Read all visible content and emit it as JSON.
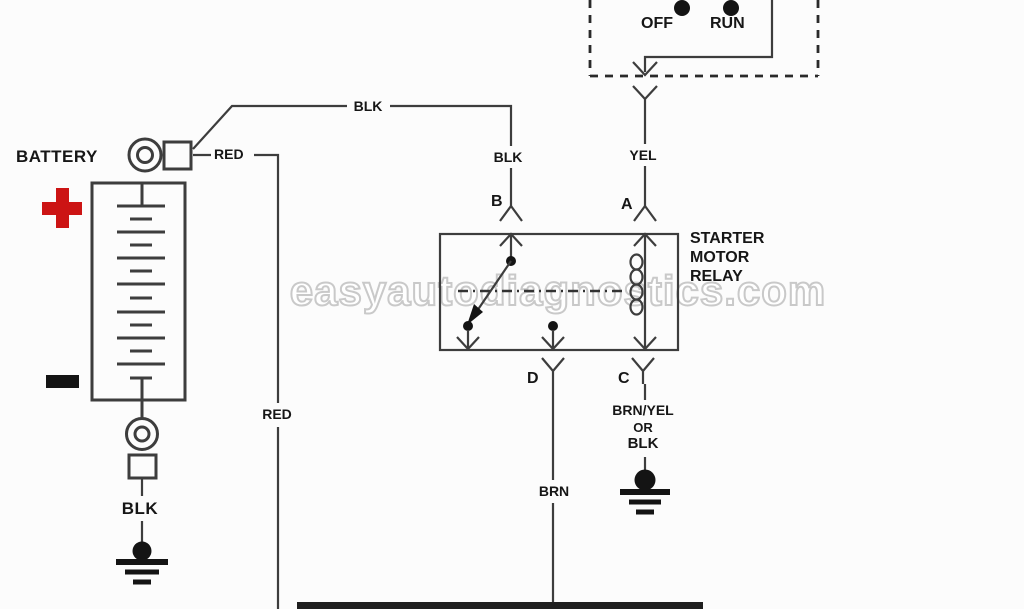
{
  "colors": {
    "line": "#3d3d3d",
    "ink": "#161616",
    "accent_red": "#cc1414",
    "watermark_outline": "#c9c9c9",
    "band": "#1f1f1f",
    "bg": "#fcfcfc"
  },
  "watermark": {
    "text": "easyautodiagnostics.com"
  },
  "ignition_switch": {
    "off_label": "OFF",
    "run_label": "RUN"
  },
  "battery": {
    "label": "BATTERY",
    "positive_symbol": "+",
    "negative_symbol": "-",
    "negative_wire_label": "BLK"
  },
  "relay": {
    "name_line1": "STARTER",
    "name_line2": "MOTOR",
    "name_line3": "RELAY",
    "terminals": {
      "a": "A",
      "b": "B",
      "c": "C",
      "d": "D"
    }
  },
  "wire_labels": {
    "battery_to_relay_blk": "BLK",
    "battery_feed_red": "RED",
    "relay_b_drop_blk": "BLK",
    "ignition_to_relay_a_yel": "YEL",
    "relay_d_brn": "BRN",
    "relay_c_line1": "BRN/YEL",
    "relay_c_line2": "OR",
    "relay_c_line3": "BLK",
    "red_vertical_run": "RED"
  }
}
